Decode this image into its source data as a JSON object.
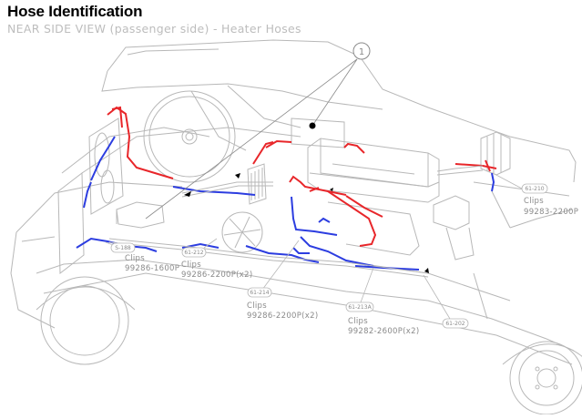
{
  "header": {
    "title": "Hose Identification",
    "subtitle": "NEAR SIDE VIEW (passenger side) - Heater Hoses"
  },
  "callout_number": "1",
  "colors": {
    "outline": "#b8b8b8",
    "coolant_hot": "#e8262a",
    "coolant_return": "#2c3de0",
    "clip": "#000000"
  },
  "labels": [
    {
      "tag": "S-188",
      "clips": "Clips",
      "part": "99286-1600P"
    },
    {
      "tag": "61-212",
      "clips": "Clips",
      "part": "99286-2200P(x2)"
    },
    {
      "tag": "61-214",
      "clips": "Clips",
      "part": "99286-2200P(x2)"
    },
    {
      "tag": "61-213A",
      "clips": "Clips",
      "part": "99282-2600P(x2)"
    },
    {
      "tag": "61-202",
      "clips": "",
      "part": ""
    },
    {
      "tag": "61-210",
      "clips": "Clips",
      "part": "99283-2200P"
    }
  ]
}
